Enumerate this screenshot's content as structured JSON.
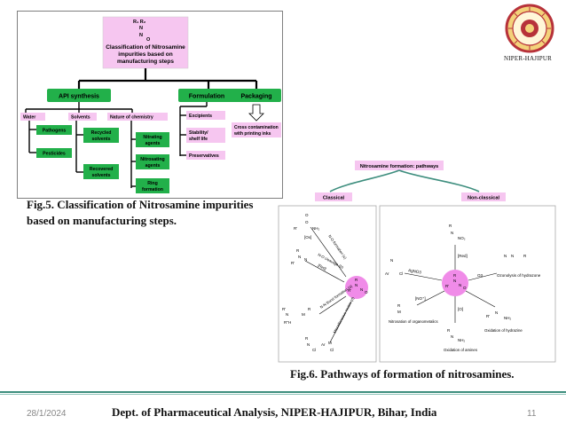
{
  "slide": {
    "institute_logo_text": "NIPER-HAJIPUR",
    "date": "28/1/2024",
    "footer": "Dept. of Pharmaceutical Analysis, NIPER-HAJIPUR, Bihar, India",
    "page_number": "11",
    "fig5_caption_line1": "Fig.5. Classification of Nitrosamine impurities",
    "fig5_caption_line2": "based on manufacturing steps.",
    "fig6_caption": "Fig.6. Pathways of formation of nitrosamines."
  },
  "colors": {
    "green_box": "#22b04a",
    "pink_box": "#f6c6f0",
    "magenta_circle": "#f08be8",
    "teal_line": "#3e8e7e",
    "fig5_border": "#7f7f7f"
  },
  "fig5": {
    "formula_top": "R₁   R₂",
    "formula_n1": "N",
    "formula_n2": "N",
    "formula_o": "O",
    "title": [
      "Classification of Nitrosamine",
      "impurities based on",
      "manufacturing steps"
    ],
    "level1": [
      "API synthesis",
      "Formulation",
      "Packaging"
    ],
    "api_categories": [
      "Water",
      "Solvents",
      "Nature of chemistry"
    ],
    "water_items": [
      "Pathogens",
      "Pesticides"
    ],
    "solvent_items": [
      [
        "Recycled",
        "solvents"
      ],
      [
        "Recovered",
        "solvents"
      ]
    ],
    "chemistry_items": [
      [
        "Nitrating",
        "agents"
      ],
      [
        "Nitrosating",
        "agents"
      ],
      [
        "Ring",
        "formation"
      ]
    ],
    "formulation_items": [
      "Excipients",
      "Stability/ shelf life",
      "Preservatives"
    ],
    "formulation_items_lines": [
      [
        "Excipients"
      ],
      [
        "Stability/",
        "shelf life"
      ],
      [
        "Preservatives"
      ]
    ],
    "packaging_item": [
      "Cross contamination",
      "with printing inks"
    ]
  },
  "fig6": {
    "header": "Nitrosamine formation: pathways",
    "branches": [
      "Classical",
      "Non-classical"
    ],
    "classical_labels": [
      "[Ox]",
      "N-O formation (c)",
      "N-O cleavage (b)",
      "[Red]",
      "N-N Bond formation (a)",
      "Miscellaneous routes (d)"
    ],
    "classical_structures": [
      "NH₂",
      "R'",
      "R",
      "N",
      "O",
      "O",
      "N",
      "R'",
      "M",
      "N",
      "R",
      "R'",
      "R''H",
      "R",
      "N",
      "Cl",
      "Ar",
      "Cl",
      "M"
    ],
    "nonclassical_labels": [
      "[Red]",
      "AgNO3",
      "O3",
      "[NO⁺]",
      "[O]",
      "Nitrosation of organometalics",
      "Oxidation of amines",
      "Oxidation of hydrazine",
      "Ozonolysis of hydrazone"
    ],
    "nonclassical_structures": [
      "N",
      "NO₂",
      "R",
      "N",
      "Ar",
      "Cl",
      "R",
      "M",
      "N",
      "NH₂",
      "R",
      "N",
      "NH₂",
      "R'",
      "N",
      "N",
      "R"
    ],
    "center_structure": [
      "R",
      "N",
      "N",
      "O",
      "R'"
    ]
  }
}
